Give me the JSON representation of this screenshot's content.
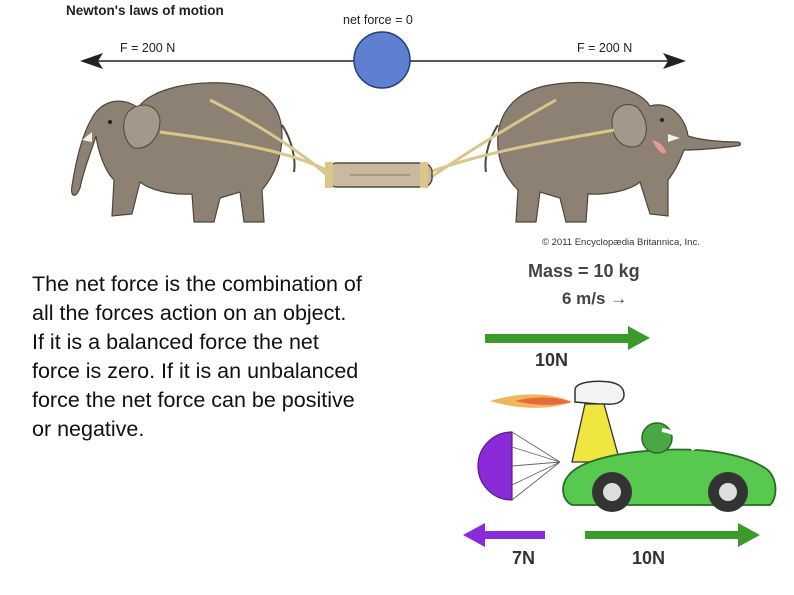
{
  "figure": {
    "title": "Newton's laws of motion",
    "net_force_label": "net force = 0",
    "left_force_label": "F = 200 N",
    "right_force_label": "F = 200 N",
    "credit": "© 2011 Encyclopædia Britannica, Inc."
  },
  "body_text": "The net force is the combination of all the forces action on an object.  If it is a balanced force the net force is zero.  If it is an unbalanced force the net force can be positive or negative.",
  "car_diagram": {
    "mass_label": "Mass = 10 kg",
    "velocity_label": "6 m/s →",
    "top_force_label": "10N",
    "left_force_label": "7N",
    "right_force_label": "10N"
  },
  "colors": {
    "arrow_green": "#3a9a2a",
    "arrow_purple": "#8a2ad8",
    "ball_blue": "#5f7fd0",
    "car_green": "#56c94e",
    "elephant_gray": "#8c8173"
  }
}
